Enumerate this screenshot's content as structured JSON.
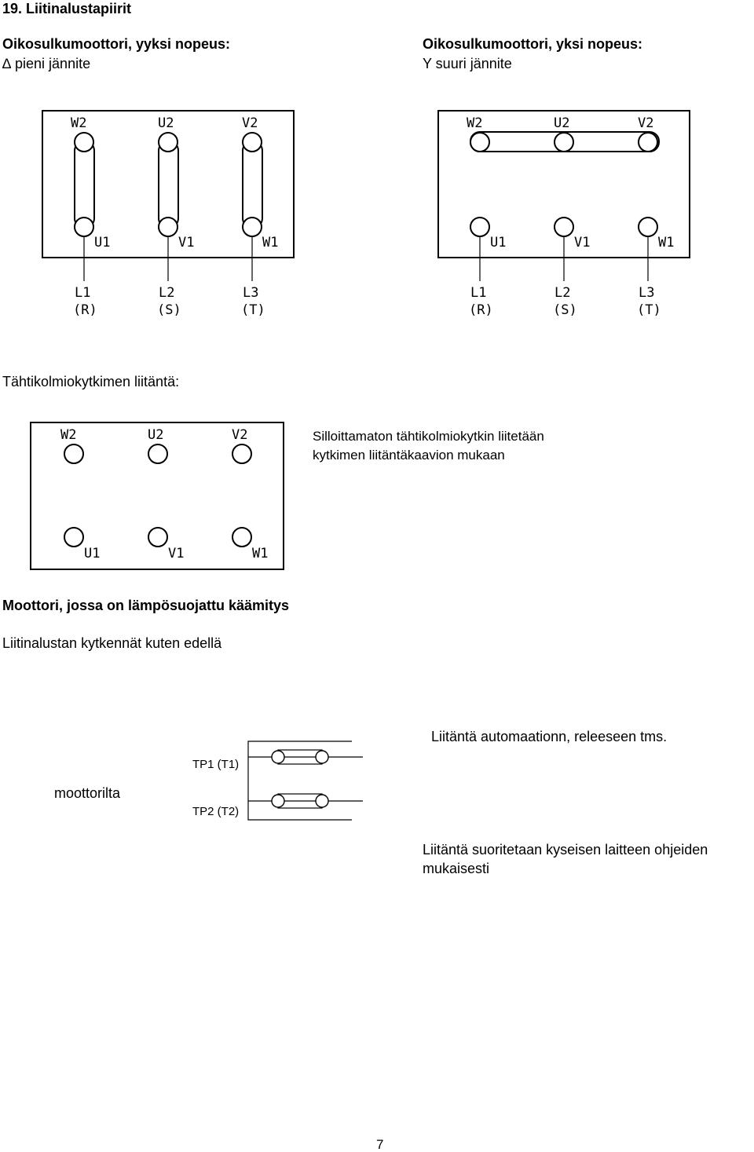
{
  "section": {
    "title": "19. Liitinalustapiirit"
  },
  "delta": {
    "heading": "Oikosulkumoottori, yyksi nopeus:",
    "subheading": "∆ pieni jännite",
    "top_labels": [
      "W2",
      "U2",
      "V2"
    ],
    "bottom_labels": [
      "U1",
      "V1",
      "W1"
    ],
    "line_labels": [
      "L1",
      "L2",
      "L3"
    ],
    "phase_labels": [
      "(R)",
      "(S)",
      "(T)"
    ]
  },
  "star": {
    "heading": "Oikosulkumoottori, yksi nopeus:",
    "subheading": "Y  suuri jännite",
    "top_labels": [
      "W2",
      "U2",
      "V2"
    ],
    "bottom_labels": [
      "U1",
      "V1",
      "W1"
    ],
    "line_labels": [
      "L1",
      "L2",
      "L3"
    ],
    "phase_labels": [
      "(R)",
      "(S)",
      "(T)"
    ]
  },
  "star_delta": {
    "heading": "Tähtikolmiokytkimen liitäntä:",
    "top_labels": [
      "W2",
      "U2",
      "V2"
    ],
    "bottom_labels": [
      "U1",
      "V1",
      "W1"
    ],
    "note_line1": "Silloittamaton tähtikolmiokytkin liitetään",
    "note_line2": "kytkimen liitäntäkaavion mukaan"
  },
  "thermal": {
    "heading": "Moottori, jossa on lämpösuojattu käämitys",
    "subheading": "Liitinalustan kytkennät kuten edellä",
    "automation_label": "Liitäntä automaationn, releeseen tms.",
    "tp1_label": "TP1 (T1)",
    "tp2_label": "TP2 (T2)",
    "motor_label": "moottorilta",
    "instruction_line1": "Liitäntä suoritetaan kyseisen laitteen ohjeiden",
    "instruction_line2": "mukaisesti"
  },
  "footer": {
    "page_number": "7"
  }
}
